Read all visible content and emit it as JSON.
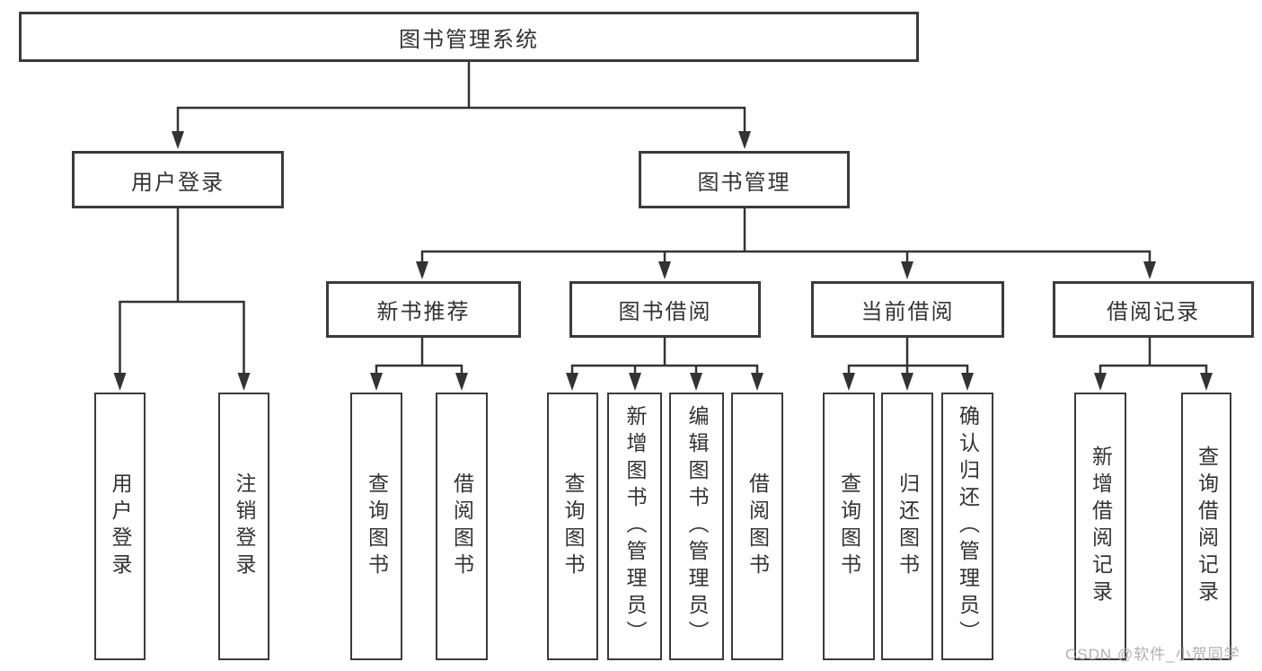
{
  "colors": {
    "line": "#333333",
    "box_border": "#3b3b3b",
    "text": "#333333",
    "background": "#ffffff",
    "watermark": "#b0b0b0"
  },
  "watermark": "CSDN @软件_小贺同学",
  "tree": {
    "label": "图书管理系统",
    "children": [
      {
        "label": "用户登录",
        "children": [
          {
            "label": "用户登录"
          },
          {
            "label": "注销登录"
          }
        ]
      },
      {
        "label": "图书管理",
        "children": [
          {
            "label": "新书推荐",
            "children": [
              {
                "label": "查询图书"
              },
              {
                "label": "借阅图书"
              }
            ]
          },
          {
            "label": "图书借阅",
            "children": [
              {
                "label": "查询图书"
              },
              {
                "label": "新增图书（管理员）"
              },
              {
                "label": "编辑图书（管理员）"
              },
              {
                "label": "借阅图书"
              }
            ]
          },
          {
            "label": "当前借阅",
            "children": [
              {
                "label": "查询图书"
              },
              {
                "label": "归还图书"
              },
              {
                "label": "确认归还（管理员）"
              }
            ]
          },
          {
            "label": "借阅记录",
            "children": [
              {
                "label": "新增借阅记录"
              },
              {
                "label": "查询借阅记录"
              }
            ]
          }
        ]
      }
    ]
  }
}
